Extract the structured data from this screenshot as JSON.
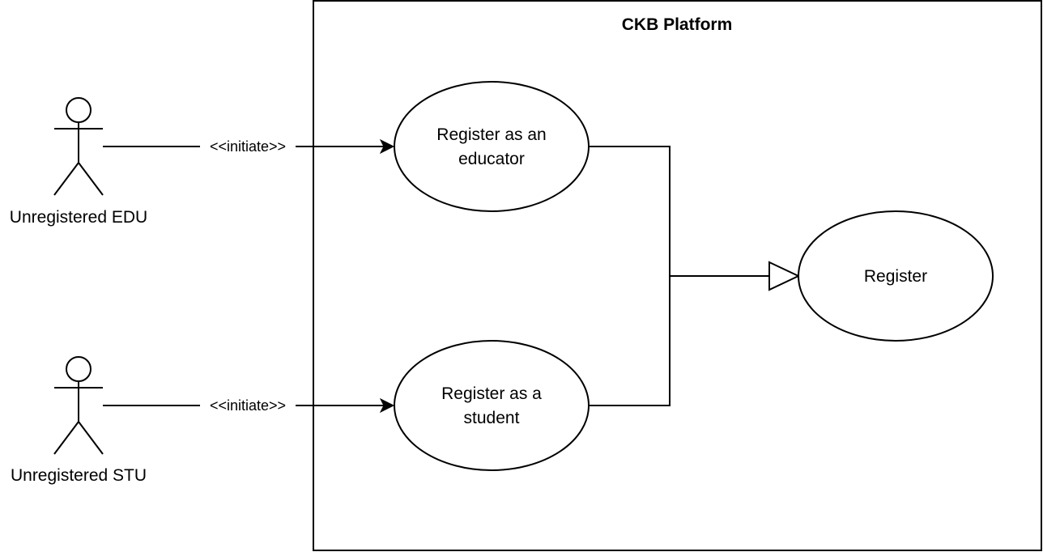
{
  "system": {
    "title": "CKB Platform"
  },
  "actors": {
    "edu": {
      "name": "Unregistered EDU",
      "icon": "stick-figure-icon"
    },
    "stu": {
      "name": "Unregistered STU",
      "icon": "stick-figure-icon"
    }
  },
  "use_cases": {
    "educator": {
      "line1": "Register as an",
      "line2": "educator"
    },
    "student": {
      "line1": "Register as a",
      "line2": "student"
    },
    "register": {
      "label": "Register"
    }
  },
  "relations": {
    "edu_initiate": {
      "label": "<<initiate>>"
    },
    "stu_initiate": {
      "label": "<<initiate>>"
    }
  },
  "colors": {
    "stroke": "#000000",
    "background": "#ffffff"
  }
}
